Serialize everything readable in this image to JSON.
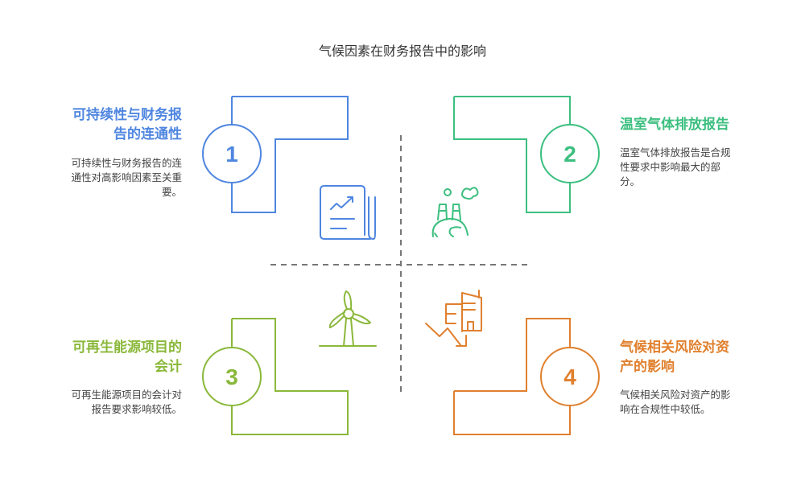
{
  "title": "气候因素在财务报告中的影响",
  "items": [
    {
      "number": "1",
      "heading": "可持续性与财务报告的连通性",
      "heading_lines": [
        "可持续性与财务报",
        "告的连通性"
      ],
      "description_lines": [
        "可持续性与财务报告的连",
        "通性对高影响因素至关重",
        "要。"
      ],
      "color": "#4f86e0",
      "icon": "report-chart-icon"
    },
    {
      "number": "2",
      "heading": "温室气体排放报告",
      "heading_lines": [
        "温室气体排放报告"
      ],
      "description_lines": [
        "温室气体排放报告是合规",
        "性要求中影响最大的部",
        "分。"
      ],
      "color": "#3cbf7f",
      "icon": "factory-emissions-icon"
    },
    {
      "number": "3",
      "heading": "可再生能源项目的会计",
      "heading_lines": [
        "可再生能源项目的",
        "会计"
      ],
      "description_lines": [
        "可再生能源项目的会计对",
        "报告要求影响较低。"
      ],
      "color": "#8ab83a",
      "icon": "wind-turbine-icon"
    },
    {
      "number": "4",
      "heading": "气候相关风险对资产的影响",
      "heading_lines": [
        "气候相关风险对资",
        "产的影响"
      ],
      "description_lines": [
        "气候相关风险对资产的影",
        "响在合规性中较低。"
      ],
      "color": "#e0802e",
      "icon": "building-decline-icon"
    }
  ]
}
